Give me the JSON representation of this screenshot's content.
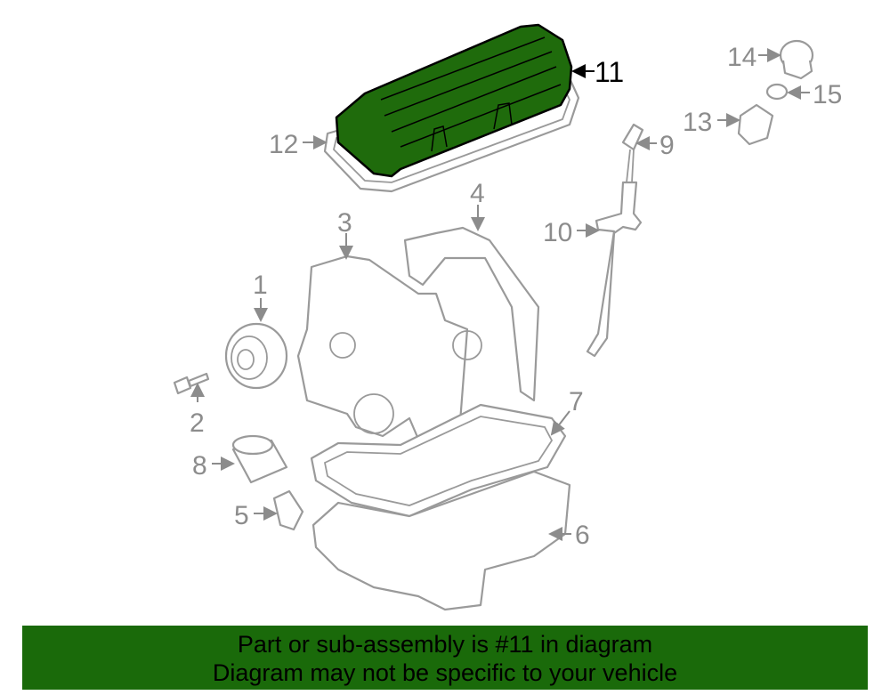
{
  "diagram": {
    "highlighted_part": "11",
    "highlight_color": "#1f6b0c",
    "callouts": {
      "c1": "1",
      "c2": "2",
      "c3": "3",
      "c4": "4",
      "c5": "5",
      "c6": "6",
      "c7": "7",
      "c8": "8",
      "c9": "9",
      "c10": "10",
      "c11": "11",
      "c12": "12",
      "c13": "13",
      "c14": "14",
      "c15": "15"
    }
  },
  "banner": {
    "line1": "Part or sub-assembly is #11 in diagram",
    "line2": "Diagram may not be specific to your vehicle",
    "color": "#1a6a0a"
  }
}
